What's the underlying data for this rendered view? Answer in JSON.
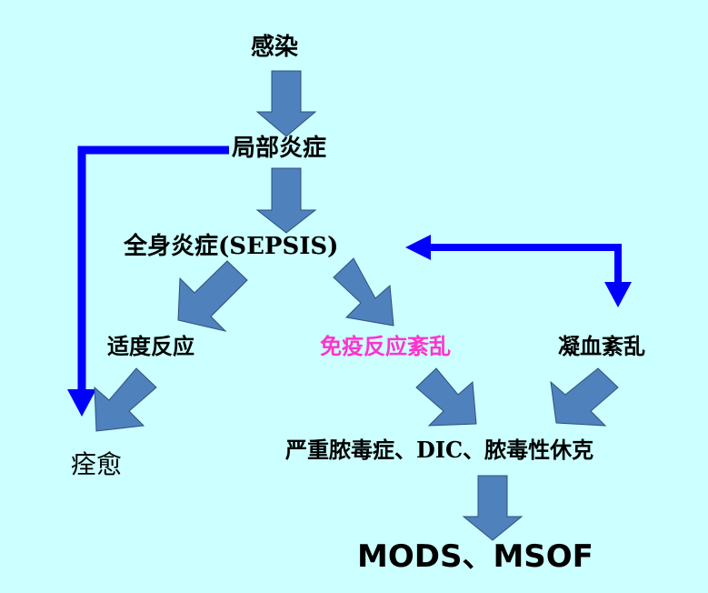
{
  "nodes": {
    "infection": "感染",
    "local_inflammation": "局部炎症",
    "systemic_inflammation": "全身炎症(SEPSIS)",
    "appropriate_response": "适度反应",
    "immune_disorder": "免疫反应紊乱",
    "coagulation_disorder": "凝血紊乱",
    "recovery": "痊愈",
    "complications": "严重脓毒症、DIC、脓毒性休克",
    "mods_msof": "MODS、MSOF"
  },
  "colors": {
    "background": "#CCFFFF",
    "block_arrow_fill": "#4F81BD",
    "block_arrow_stroke": "#2F4F7F",
    "line_arrow": "#0000FF",
    "highlight_text": "#FF33CC"
  }
}
